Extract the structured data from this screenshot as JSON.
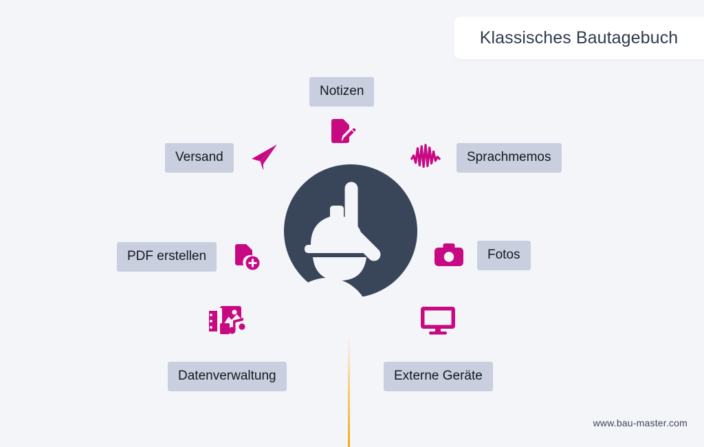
{
  "page": {
    "background_color": "#f4f5f9",
    "accent_color": "#c80a82",
    "dark_color": "#394559",
    "chip_color": "#c9cfdf",
    "line_color": "#f2ab16"
  },
  "header": {
    "title": "Klassisches Bautagebuch"
  },
  "hub": {
    "icon_name": "clock-hardhat-icon",
    "alt": "Bautagebuch Uhr mit Bauhelm"
  },
  "nodes": [
    {
      "id": "notizen",
      "label": "Notizen",
      "icon": "document-pencil-icon"
    },
    {
      "id": "versand",
      "label": "Versand",
      "icon": "paper-plane-icon"
    },
    {
      "id": "sprachmemos",
      "label": "Sprachmemos",
      "icon": "audio-waveform-icon"
    },
    {
      "id": "pdf",
      "label": "PDF erstellen",
      "icon": "document-plus-icon"
    },
    {
      "id": "fotos",
      "label": "Fotos",
      "icon": "camera-icon"
    },
    {
      "id": "daten",
      "label": "Datenverwaltung",
      "icon": "media-library-icon"
    },
    {
      "id": "geraete",
      "label": "Externe Geräte",
      "icon": "monitor-icon"
    }
  ],
  "footer": {
    "url": "www.bau-master.com"
  }
}
